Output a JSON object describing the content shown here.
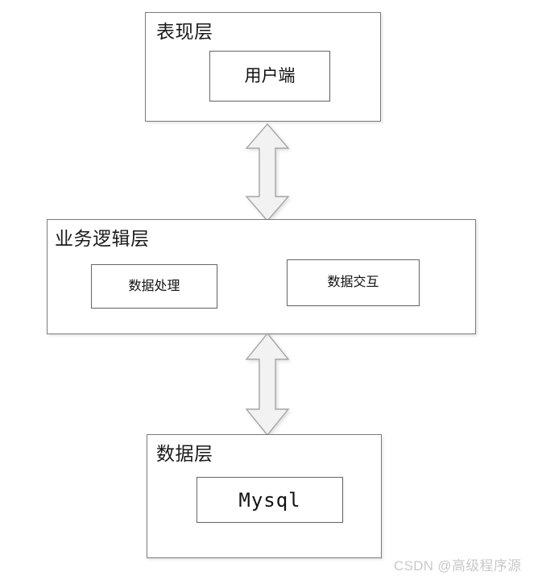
{
  "diagram": {
    "type": "layered-architecture",
    "orientation": "vertical",
    "layers": [
      {
        "id": "presentation",
        "title": "表现层",
        "nodes": [
          {
            "id": "client",
            "label": "用户端"
          }
        ]
      },
      {
        "id": "business",
        "title": "业务逻辑层",
        "nodes": [
          {
            "id": "data-process",
            "label": "数据处理"
          },
          {
            "id": "data-exchange",
            "label": "数据交互"
          }
        ]
      },
      {
        "id": "data",
        "title": "数据层",
        "nodes": [
          {
            "id": "mysql",
            "label": "Mysql"
          }
        ]
      }
    ],
    "connectors": [
      {
        "id": "presentation-business",
        "icon": "double-headed-arrow-vertical",
        "from": "presentation",
        "to": "business"
      },
      {
        "id": "business-data",
        "icon": "double-headed-arrow-vertical",
        "from": "business",
        "to": "data"
      }
    ],
    "colors": {
      "background": "#ffffff",
      "box_border": "#7a7a7a",
      "node_border": "#666666",
      "arrow_fill": "#f2f2f2",
      "arrow_border": "#a6a6a6",
      "text": "#111111",
      "watermark": "#c9c9c9"
    }
  },
  "watermark": {
    "text": "CSDN @高级程序源"
  }
}
